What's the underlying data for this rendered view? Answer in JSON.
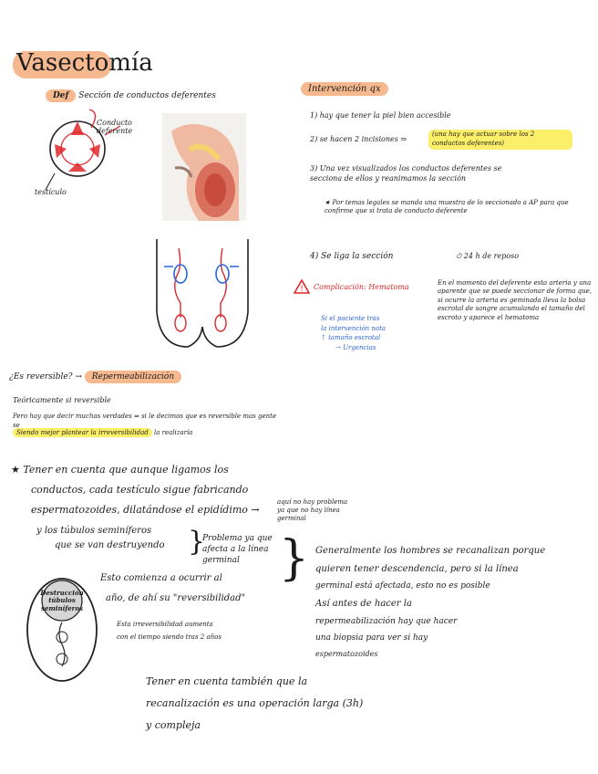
{
  "title": "Vasectomía",
  "def": {
    "label": "Def",
    "text": "Sección de conductos deferentes"
  },
  "diagram": {
    "conducto_label": "Conducto deferente",
    "testicle_label": "testículo"
  },
  "intervencion": {
    "title": "Intervención qx",
    "steps": [
      "1) hay que tener la piel bien accesible",
      "2) se hacen 2 incisiones ⇒",
      "3) Una vez visualizados los conductos deferentes se secciona de ellos y reanimamos la sección",
      "4) Se liga la sección"
    ],
    "step2_highlight": "(una hay que actuar sobre los 2 conductos deferentes)",
    "step3_note": "★ Por temas legales se manda una muestra de lo seccionado a AP para que confirme que si trata de conducto deferente",
    "rest": "24 h de reposo"
  },
  "complicacion": {
    "label": "Complicación: Hematoma",
    "text": "En el momento del deferente esta arteria y una aparente que se puede seccionar de forma que, si ocurre la arteria es geminada lleva la bolsa escrotal de sangre acumulando el tamaño del escroto y aparece el hematoma",
    "blue_lines": [
      "Si el paciente tras",
      "la intervención nota",
      "↑ tamaño escrotal",
      "→ Urgencias"
    ]
  },
  "reversible": {
    "question": "¿Es reversible? →",
    "answer": "Repermeabilización",
    "line1": "Teóricamente si reversible",
    "line2": "Pero hay que decir muchas verdades ⇒ si le decimos que es reversible mas gente se",
    "line3_highlight": "Siendo mejor plantear la irreversibilidad",
    "line3_rest": "la realizaría"
  },
  "note": {
    "star": "★",
    "line1": "Tener en cuenta que aunque ligamos los",
    "line2": "conductos, cada testículo sigue fabricando",
    "line3": "espermatozoides, dilatándose el epidídimo →",
    "line3_aside": "aquí no hay problema ya que no hay línea germinal",
    "line4": "y los túbulos seminíferos",
    "line5": "que se van destruyendo",
    "problem": "Problema ya que afecta a la línea germinal",
    "general1": "Generalmente los hombres se recanalizan porque",
    "general2": "quieren tener descendencia, pero si la línea",
    "general3": "germinal está afectada, esto no es posible",
    "general4": "Así antes de hacer la",
    "general5": "repermeabilización hay que hacer",
    "general6": "una biopsia para ver si hay",
    "general7": "espermatozoides",
    "oval_label": "Destrucción túbulos seminíferos",
    "occurs1": "Esto comienza a ocurrir al",
    "occurs2": "año, de ahí su \"reversibilidad\"",
    "occurs3": "Esta irreversibilidad aumenta",
    "occurs4": "con el tiempo siendo tras 2 años"
  },
  "footer": {
    "line1": "Tener en cuenta también que la",
    "line2": "recanalización es una operación larga (3h)",
    "line3": "y compleja"
  },
  "colors": {
    "orange": "#f6b98f",
    "yellow": "#fbef6a",
    "red": "#e0262a",
    "blue": "#2a64d8"
  }
}
